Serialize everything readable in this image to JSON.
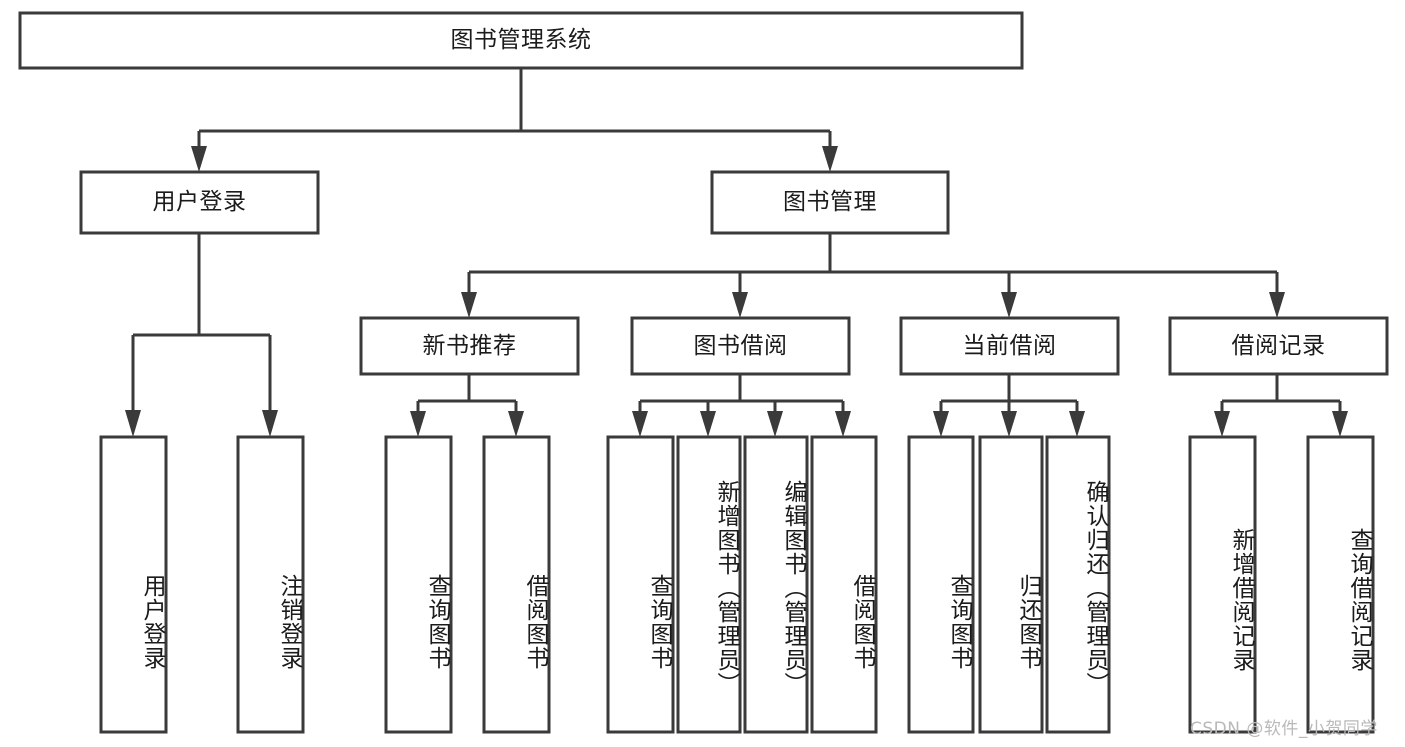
{
  "diagram": {
    "type": "tree-hierarchy",
    "orientation": "top-down",
    "title": "图书管理系统",
    "root": {
      "id": "root",
      "label": "图书管理系统",
      "level": 0
    },
    "level1": [
      {
        "id": "user-login",
        "label": "用户登录",
        "level": 1
      },
      {
        "id": "book-manage",
        "label": "图书管理",
        "level": 1
      }
    ],
    "level2": [
      {
        "id": "new-book-recommend",
        "label": "新书推荐",
        "level": 2,
        "parent": "book-manage"
      },
      {
        "id": "book-borrow",
        "label": "图书借阅",
        "level": 2,
        "parent": "book-manage"
      },
      {
        "id": "current-borrow",
        "label": "当前借阅",
        "level": 2,
        "parent": "book-manage"
      },
      {
        "id": "borrow-record",
        "label": "借阅记录",
        "level": 2,
        "parent": "book-manage"
      }
    ],
    "leaves": [
      {
        "id": "leaf-user-login",
        "label": "用户登录",
        "parent": "user-login"
      },
      {
        "id": "leaf-user-logout",
        "label": "注销登录",
        "parent": "user-login"
      },
      {
        "id": "leaf-query-book-1",
        "label": "查询图书",
        "parent": "new-book-recommend"
      },
      {
        "id": "leaf-borrow-book-1",
        "label": "借阅图书",
        "parent": "new-book-recommend"
      },
      {
        "id": "leaf-query-book-2",
        "label": "查询图书",
        "parent": "book-borrow"
      },
      {
        "id": "leaf-add-book",
        "label": "新增图书（管理员）",
        "parent": "book-borrow"
      },
      {
        "id": "leaf-edit-book",
        "label": "编辑图书（管理员）",
        "parent": "book-borrow"
      },
      {
        "id": "leaf-borrow-book-2",
        "label": "借阅图书",
        "parent": "book-borrow"
      },
      {
        "id": "leaf-query-book-3",
        "label": "查询图书",
        "parent": "current-borrow"
      },
      {
        "id": "leaf-return-book",
        "label": "归还图书",
        "parent": "current-borrow"
      },
      {
        "id": "leaf-confirm-return",
        "label": "确认归还（管理员）",
        "parent": "current-borrow"
      },
      {
        "id": "leaf-add-record",
        "label": "新增借阅记录",
        "parent": "borrow-record"
      },
      {
        "id": "leaf-query-record",
        "label": "查询借阅记录",
        "parent": "borrow-record"
      }
    ],
    "edges": [
      {
        "from": "root",
        "to": "user-login"
      },
      {
        "from": "root",
        "to": "book-manage"
      },
      {
        "from": "user-login",
        "to": "leaf-user-login"
      },
      {
        "from": "user-login",
        "to": "leaf-user-logout"
      },
      {
        "from": "book-manage",
        "to": "new-book-recommend"
      },
      {
        "from": "book-manage",
        "to": "book-borrow"
      },
      {
        "from": "book-manage",
        "to": "current-borrow"
      },
      {
        "from": "book-manage",
        "to": "borrow-record"
      },
      {
        "from": "new-book-recommend",
        "to": "leaf-query-book-1"
      },
      {
        "from": "new-book-recommend",
        "to": "leaf-borrow-book-1"
      },
      {
        "from": "book-borrow",
        "to": "leaf-query-book-2"
      },
      {
        "from": "book-borrow",
        "to": "leaf-add-book"
      },
      {
        "from": "book-borrow",
        "to": "leaf-edit-book"
      },
      {
        "from": "book-borrow",
        "to": "leaf-borrow-book-2"
      },
      {
        "from": "current-borrow",
        "to": "leaf-query-book-3"
      },
      {
        "from": "current-borrow",
        "to": "leaf-return-book"
      },
      {
        "from": "current-borrow",
        "to": "leaf-confirm-return"
      },
      {
        "from": "borrow-record",
        "to": "leaf-add-record"
      },
      {
        "from": "borrow-record",
        "to": "leaf-query-record"
      }
    ]
  },
  "watermark": {
    "text": "CSDN @软件_小贺同学"
  },
  "colors": {
    "stroke": "#3a3a3a",
    "fill": "#ffffff",
    "text": "#1b1b1b",
    "watermark": "#b9b9b9"
  }
}
